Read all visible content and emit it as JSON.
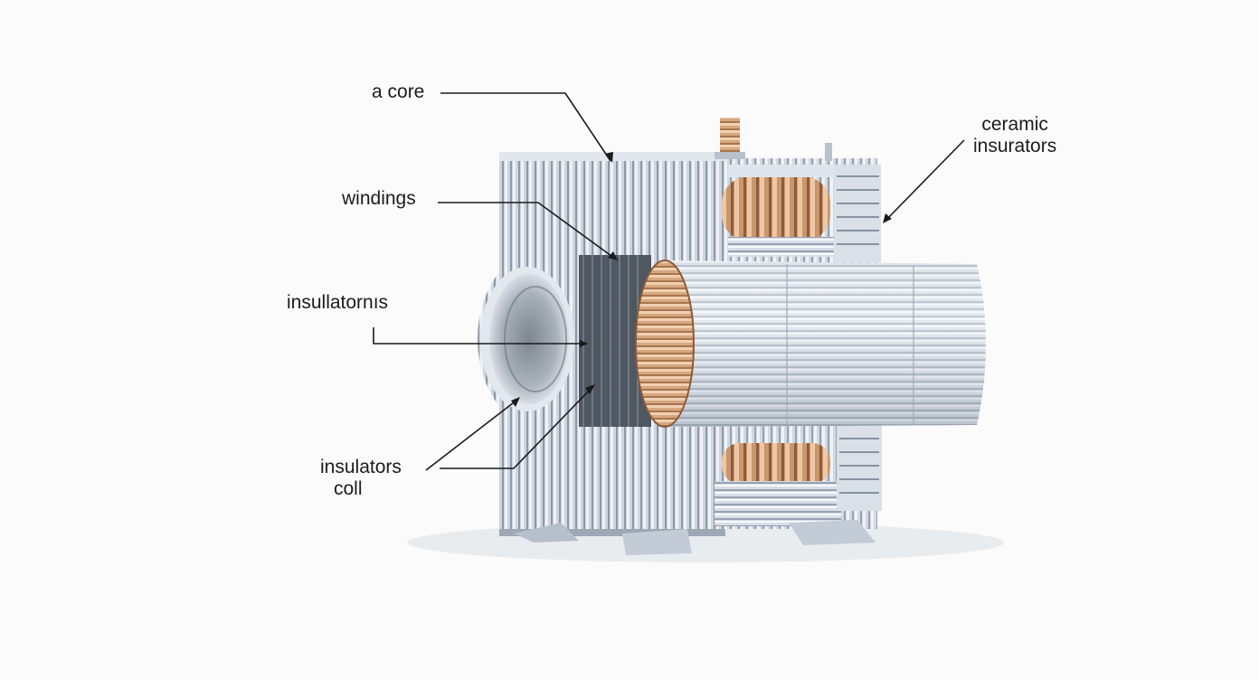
{
  "diagram": {
    "subject": "cutaway illustration of a finned electrical machine with copper coils",
    "colors": {
      "background": "#fbfbfb",
      "steel": "#c9d1dc",
      "steel_dark": "#8f99a6",
      "copper": "#c89a72",
      "leader_line": "#1a1a1a"
    },
    "labels": {
      "core": "a core",
      "windings": "windings",
      "insulatorms": "insullatornıs",
      "insulators_coll": {
        "line1": "insulators",
        "line2": "coll"
      },
      "ceramic": {
        "line1": "ceramic",
        "line2": "insurators"
      }
    }
  }
}
